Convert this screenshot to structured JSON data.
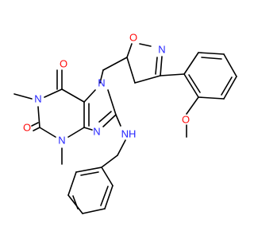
{
  "colors": {
    "bond": "#000000",
    "nitrogen": "#2323ff",
    "oxygen": "#ff0d0d",
    "background": "#ffffff"
  },
  "atom_labels": {
    "o_isoxazoline": "O",
    "n_isoxazoline": "N",
    "n7": "N",
    "n1": "N",
    "n3": "N",
    "n9": "N",
    "nh_benzylamino": "NH",
    "o_carbonyl_6": "O",
    "o_carbonyl_2": "O",
    "o_methoxy": "O"
  }
}
